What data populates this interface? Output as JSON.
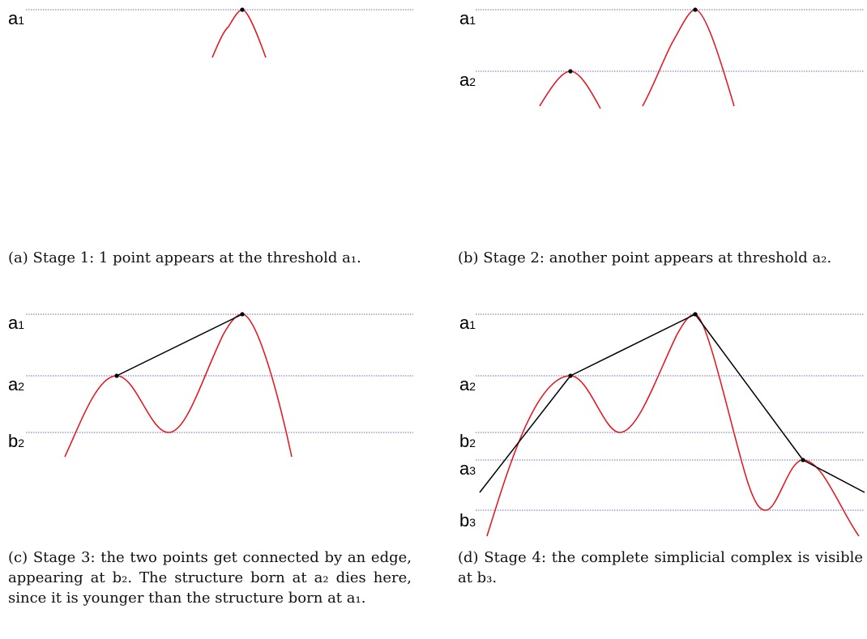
{
  "panels": [
    {
      "id": "a",
      "labels": [
        {
          "main": "a",
          "sub": "1"
        }
      ],
      "caption": "(a) Stage 1: 1 point appears at the threshold a₁."
    },
    {
      "id": "b",
      "labels": [
        {
          "main": "a",
          "sub": "1"
        },
        {
          "main": "a",
          "sub": "2"
        }
      ],
      "caption": "(b) Stage 2: another point appears at threshold a₂."
    },
    {
      "id": "c",
      "labels": [
        {
          "main": "a",
          "sub": "1"
        },
        {
          "main": "a",
          "sub": "2"
        },
        {
          "main": "b",
          "sub": "2"
        }
      ],
      "caption": "(c) Stage 3: the two points get connected by an edge, appearing at b₂. The structure born at a₂ dies here, since it is younger than the structure born at a₁."
    },
    {
      "id": "d",
      "labels": [
        {
          "main": "a",
          "sub": "1"
        },
        {
          "main": "a",
          "sub": "2"
        },
        {
          "main": "b",
          "sub": "2"
        },
        {
          "main": "a",
          "sub": "3"
        },
        {
          "main": "b",
          "sub": "3"
        }
      ],
      "caption": "(d) Stage 4: the complete simplicial complex is visible at b₃."
    }
  ],
  "colors": {
    "threshold_line": "#6a6ac8",
    "curve": "#e8101a",
    "edge": "#000000",
    "vertex": "#000000"
  }
}
